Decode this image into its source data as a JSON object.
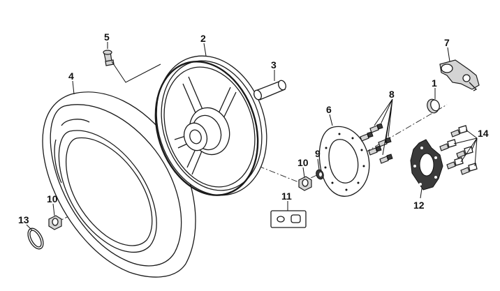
{
  "callouts": {
    "c1": "1",
    "c2": "2",
    "c3": "3",
    "c4": "4",
    "c5": "5",
    "c6": "6",
    "c7": "7",
    "c8": "8",
    "c9": "9",
    "c10a": "10",
    "c10b": "10",
    "c11": "11",
    "c12": "12",
    "c13": "13",
    "c14": "14"
  }
}
